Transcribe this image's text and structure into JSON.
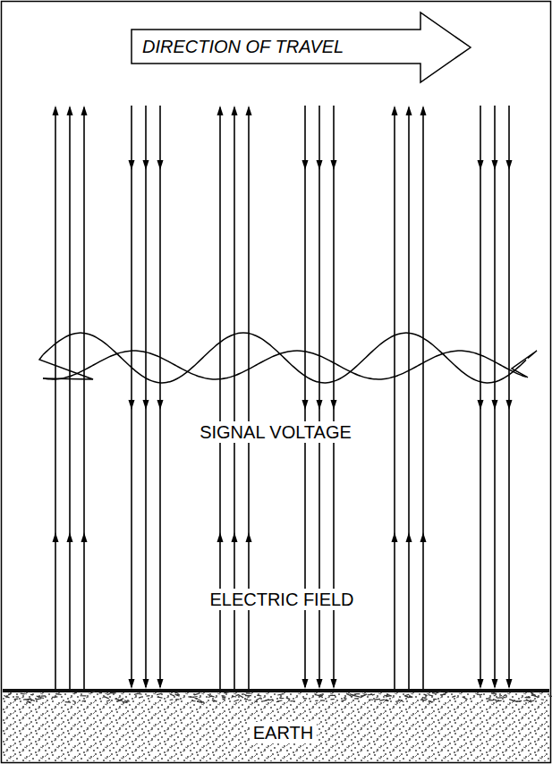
{
  "diagram": {
    "nodes": [
      {
        "text": [
          "DIRECTION OF TRAVEL"
        ]
      },
      {
        "text": [
          "EARTH"
        ]
      }
    ],
    "labels": [
      "SIGNAL VOLTAGE",
      "ELECTRIC FIELD"
    ]
  }
}
